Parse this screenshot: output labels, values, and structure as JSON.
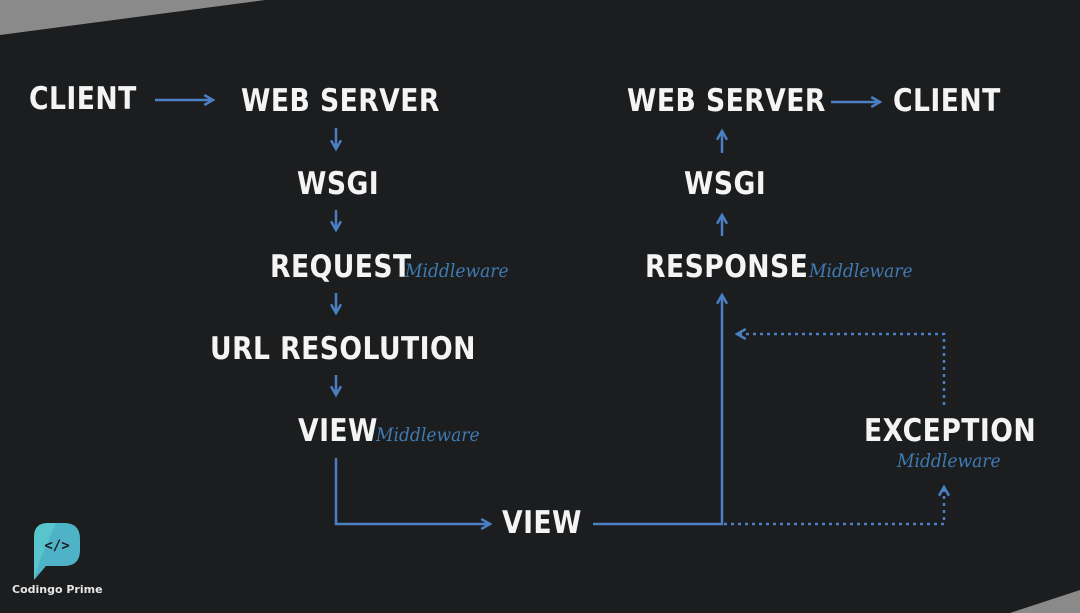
{
  "colors": {
    "background": "#1c1d1f",
    "arrow": "#4a7fc1",
    "text": "#f4f4f4",
    "middleware": "#3f7bb2",
    "logo": "#4fb3c8"
  },
  "request_flow": {
    "client": "CLIENT",
    "web_server": "WEB SERVER",
    "wsgi": "WSGI",
    "request": "REQUEST",
    "request_mw": "Middleware",
    "url_resolution": "URL RESOLUTION",
    "view": "VIEW",
    "view_mw": "Middleware"
  },
  "bottom": {
    "view": "VIEW"
  },
  "response_flow": {
    "web_server": "WEB SERVER",
    "client": "CLIENT",
    "wsgi": "WSGI",
    "response": "RESPONSE",
    "response_mw": "Middleware"
  },
  "exception": {
    "label": "EXCEPTION",
    "mw": "Middleware"
  },
  "brand": {
    "name": "Codingo Prime",
    "icon": "code-speech-bubble-icon"
  }
}
